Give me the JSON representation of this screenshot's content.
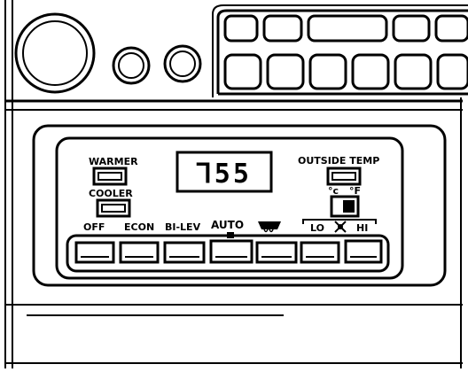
{
  "display": {
    "temperature": "⅂55"
  },
  "labels": {
    "warmer": "WARMER",
    "cooler": "COOLER",
    "outside_temp": "OUTSIDE TEMP",
    "unit_c": "°c",
    "unit_f": "°F",
    "off": "OFF",
    "econ": "ECON",
    "bi_lev": "BI-LEV",
    "auto": "AUTO",
    "lo": "LO",
    "hi": "HI"
  },
  "icons": {
    "defrost": "windshield-defrost-icon",
    "fan": "fan-icon"
  }
}
